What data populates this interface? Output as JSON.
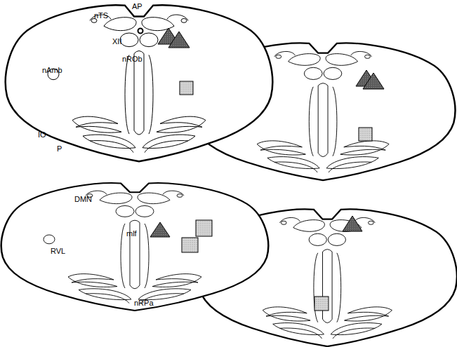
{
  "diagram": {
    "labels": [
      "AP",
      "nTS",
      "XII",
      "nROb",
      "nAmb",
      "IO",
      "P",
      "DMN",
      "mlf",
      "RVL",
      "nRPa"
    ]
  }
}
